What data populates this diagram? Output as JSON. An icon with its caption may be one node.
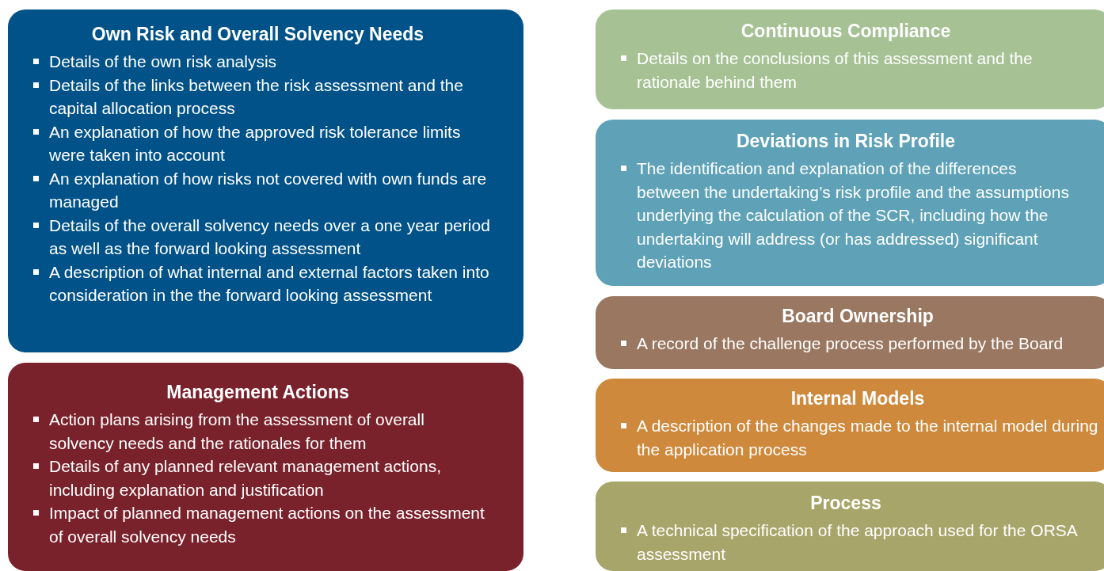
{
  "diagram": {
    "nodes": [
      {
        "text": [
          "Own Risk and Overall Solvency Needs",
          "Details of the own risk analysis",
          "Details of the links between the risk assessment and the capital allocation process",
          "An explanation of how the approved risk tolerance limits were taken into account",
          "An explanation of how risks not covered with own funds are managed",
          "Details of the overall solvency needs over a one year period as well as the forward looking assessment",
          "A description of what internal and external factors taken into consideration in the the forward looking assessment"
        ]
      },
      {
        "text": [
          "Management Actions",
          "Action plans arising from the assessment of overall solvency needs and the rationales for them",
          "Details of any planned relevant management actions, including explanation and justification",
          "Impact of planned management actions on the assessment of overall solvency needs"
        ]
      },
      {
        "text": [
          "Continuous Compliance",
          "Details on the conclusions of this assessment and the rationale behind them"
        ]
      },
      {
        "text": [
          "Deviations in Risk Profile",
          "The identification and explanation of the differences between the undertaking’s risk profile and the assumptions underlying the calculation of the SCR, including how the undertaking will address (or has addressed) significant deviations"
        ]
      },
      {
        "text": [
          "Board Ownership",
          "A record of the challenge process performed by the Board"
        ]
      },
      {
        "text": [
          "Internal Models",
          "A description of the changes made to the internal model during the application process"
        ]
      },
      {
        "text": [
          "Process",
          "A technical specification of the approach used for the ORSA assessment"
        ]
      }
    ],
    "edges": []
  }
}
